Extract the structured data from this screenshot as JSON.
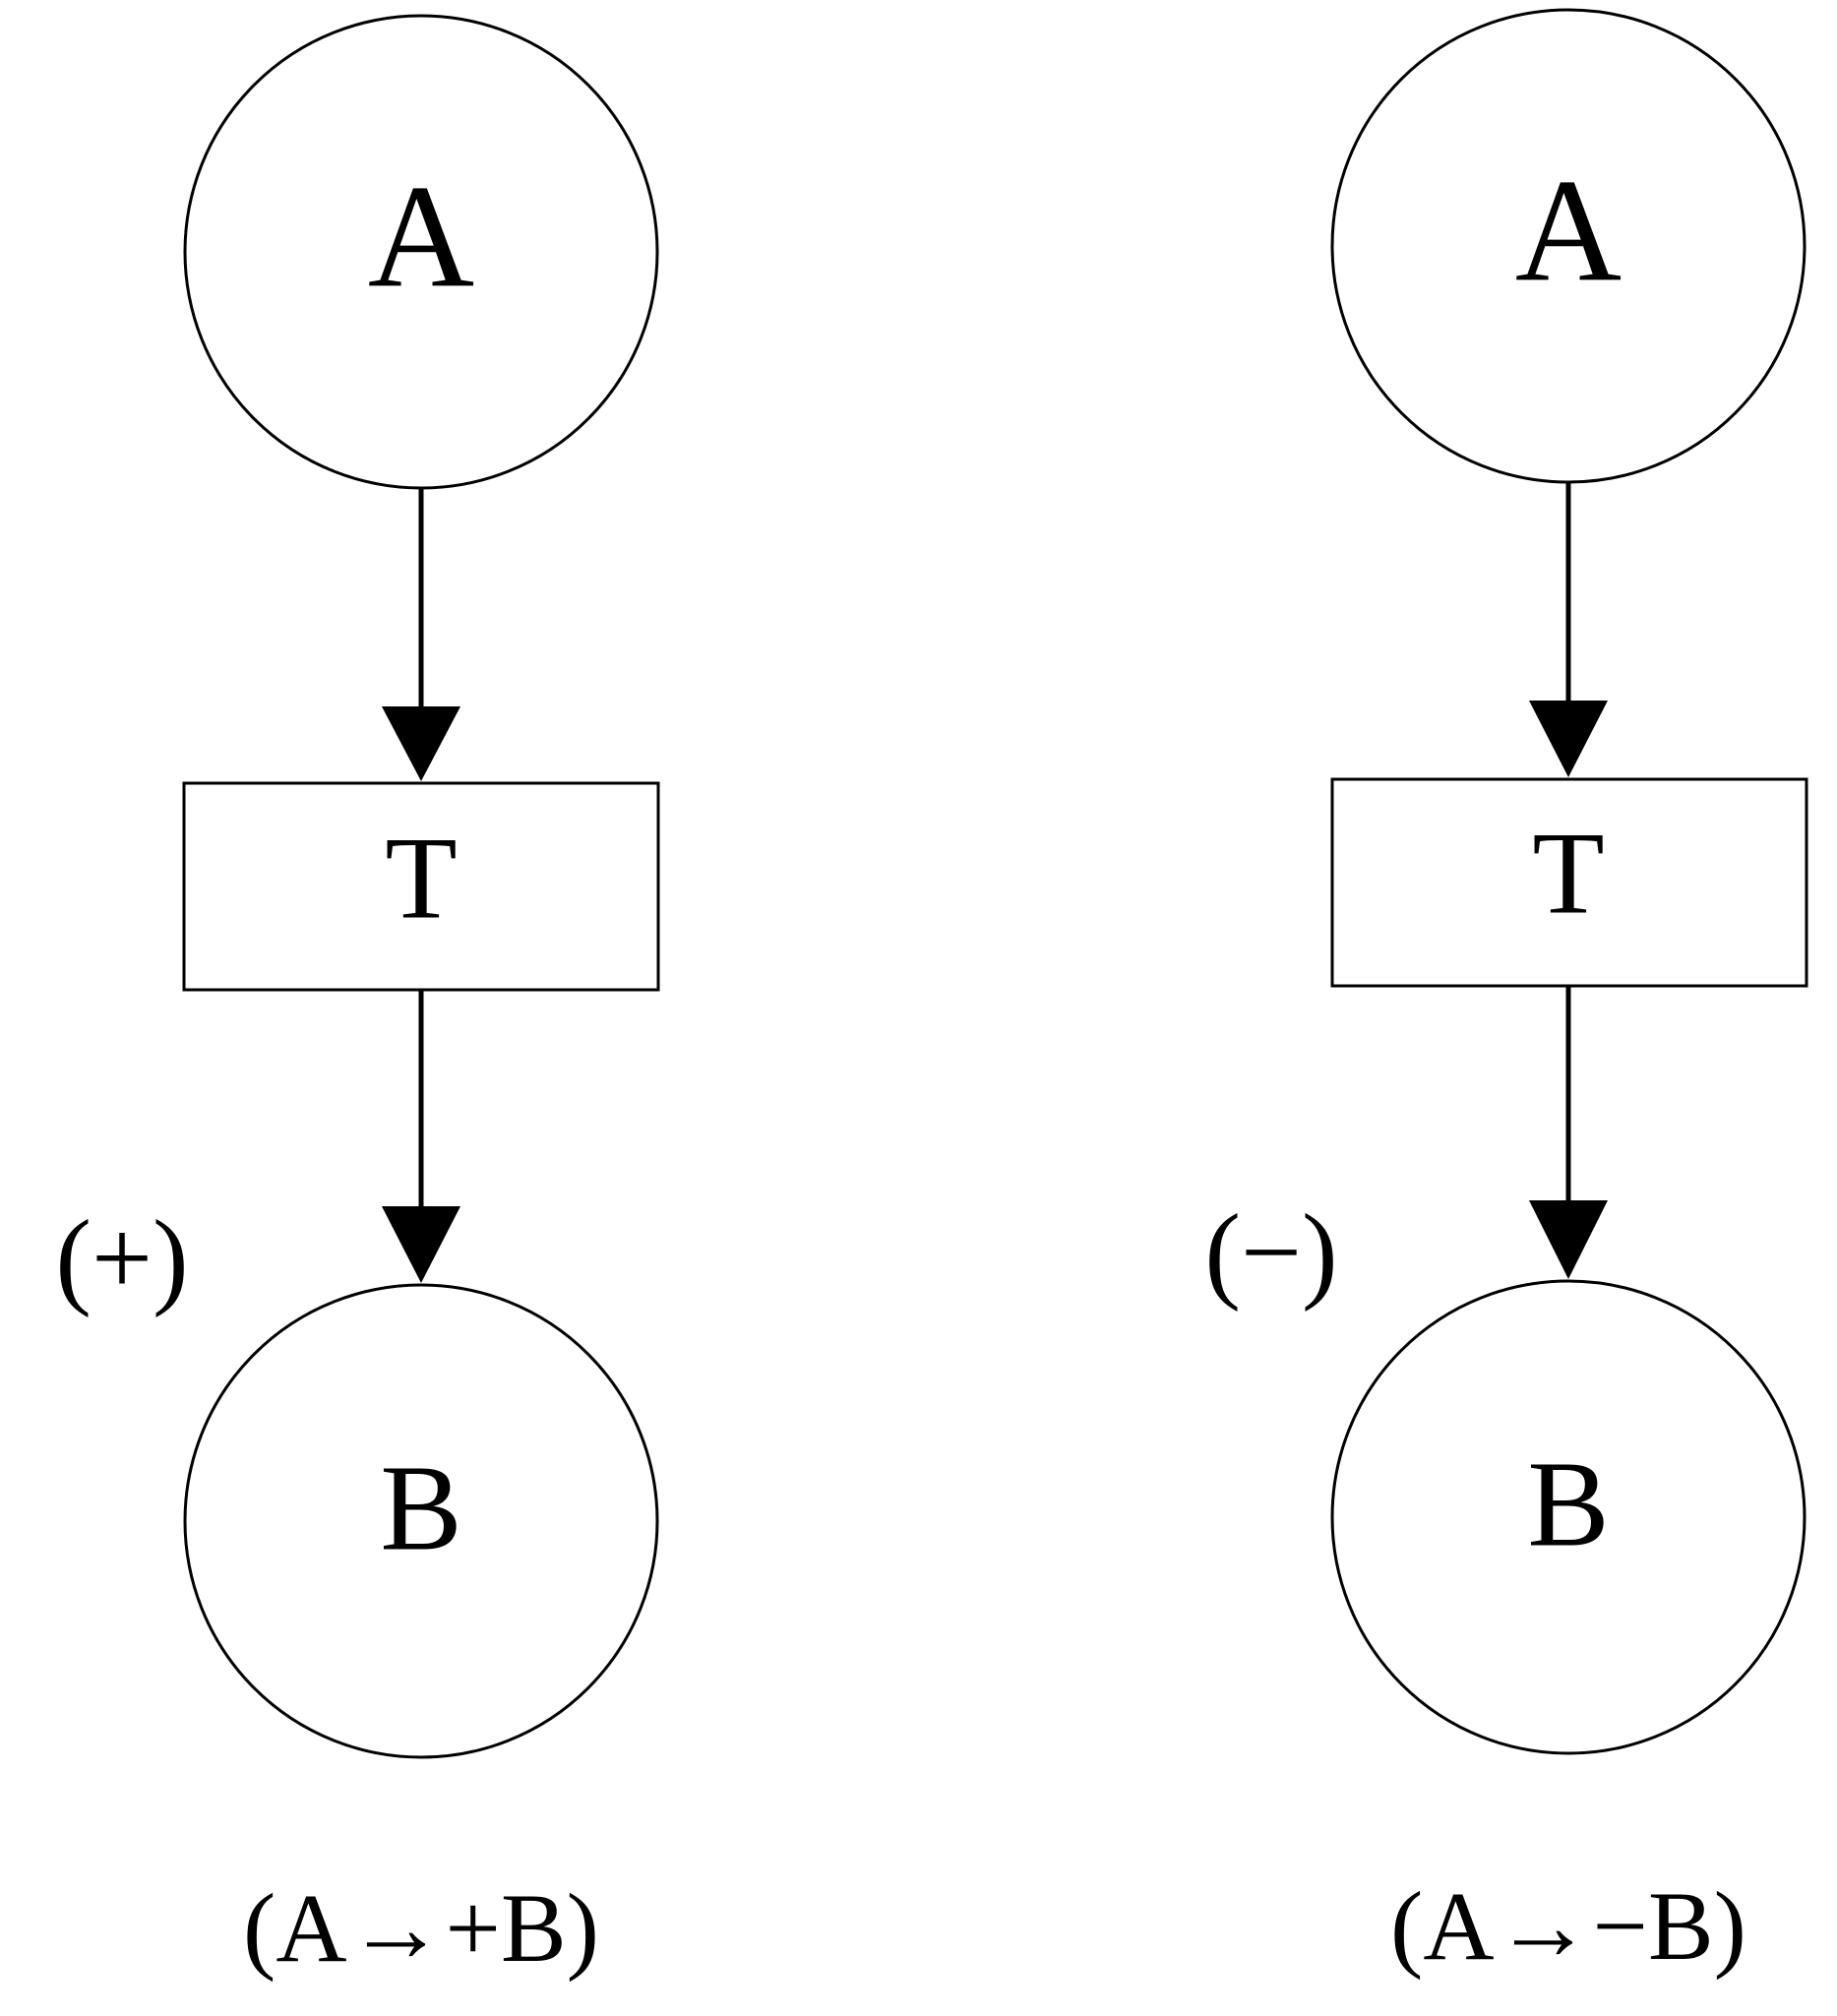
{
  "diagrams": [
    {
      "node_a": "A",
      "node_t": "T",
      "node_b": "B",
      "sign": "(+)",
      "caption": "(A→+B)"
    },
    {
      "node_a": "A",
      "node_t": "T",
      "node_b": "B",
      "sign": "(−)",
      "caption": "(A→−B)"
    }
  ]
}
